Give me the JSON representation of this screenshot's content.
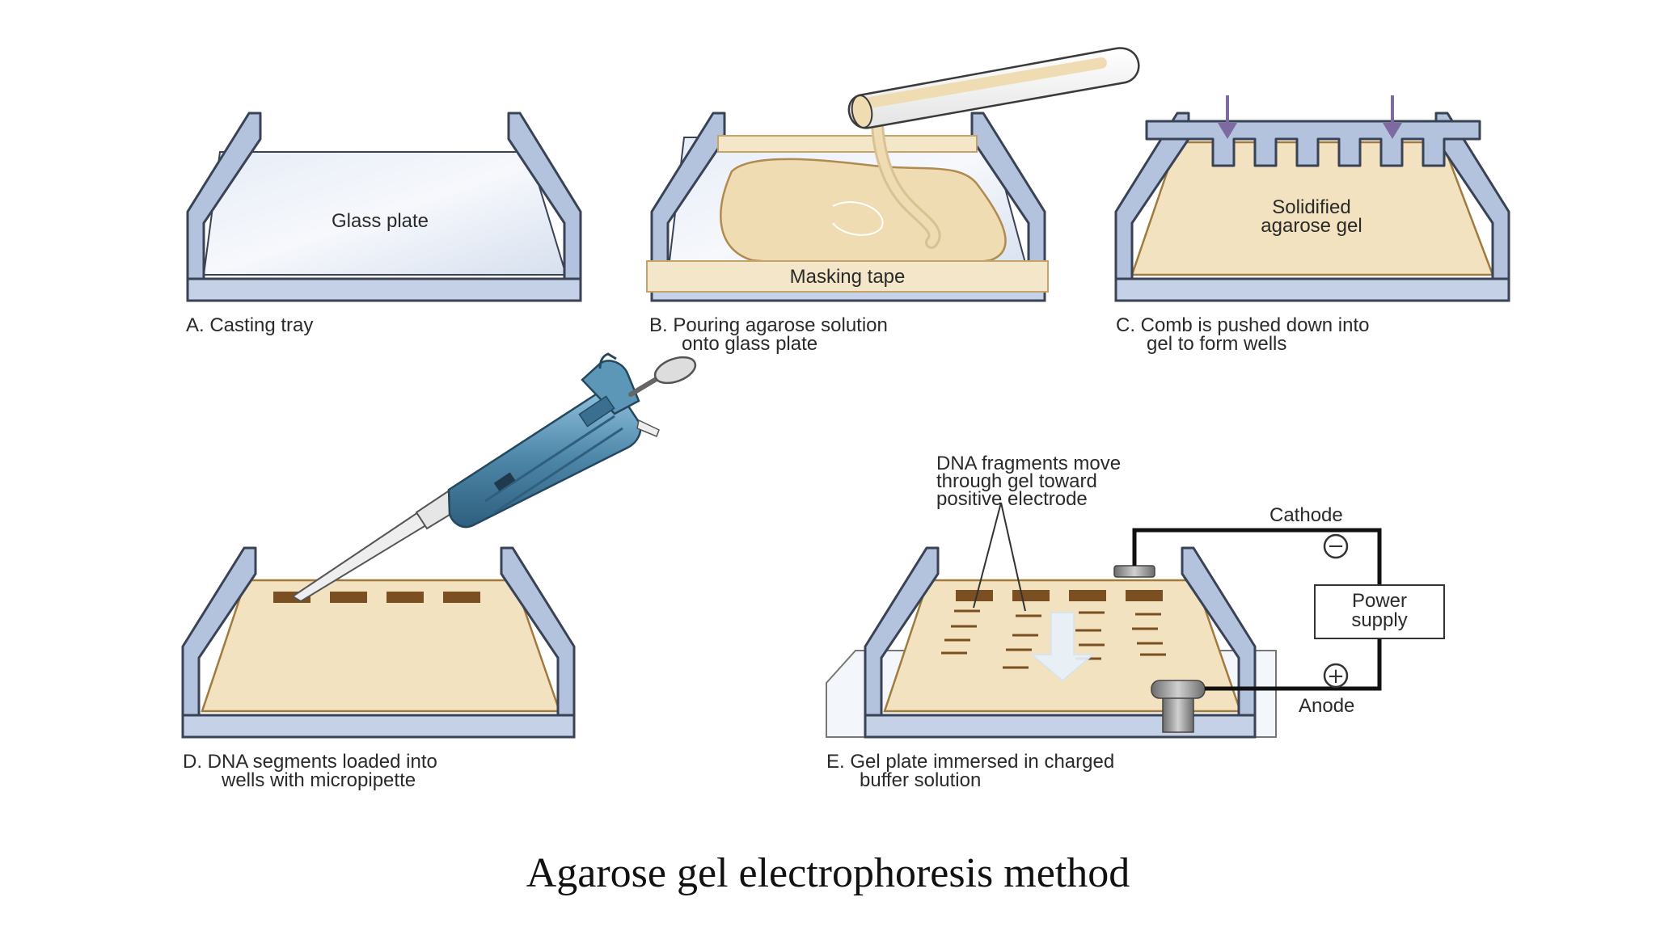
{
  "panels": {
    "a": {
      "caption_lines": [
        "A. Casting tray"
      ],
      "inner_label": "Glass plate"
    },
    "b": {
      "caption_lines": [
        "B. Pouring agarose solution",
        "onto glass plate"
      ],
      "tape_label": "Masking tape"
    },
    "c": {
      "caption_lines": [
        "C. Comb is pushed down into",
        "gel to form wells"
      ],
      "inner_lines": [
        "Solidified",
        "agarose gel"
      ]
    },
    "d": {
      "caption_lines": [
        "D.  DNA segments loaded into",
        "wells with micropipette"
      ]
    },
    "e": {
      "caption_lines": [
        "E. Gel plate immersed in charged",
        "buffer solution"
      ],
      "note_lines": [
        "DNA fragments move",
        "through gel toward",
        "positive electrode"
      ],
      "cathode_label": "Cathode",
      "anode_label": "Anode",
      "power_lines": [
        "Power",
        "supply"
      ],
      "minus_symbol": "−",
      "plus_symbol": "+"
    }
  },
  "title": "Agarose gel electrophoresis method",
  "colors": {
    "tray": "#b3c3dd",
    "outline": "#3a4356",
    "gel": "#f2e2bf",
    "well": "#7a4f22",
    "pipette": "#4d86a8",
    "arrow": "#7d6aa0"
  }
}
